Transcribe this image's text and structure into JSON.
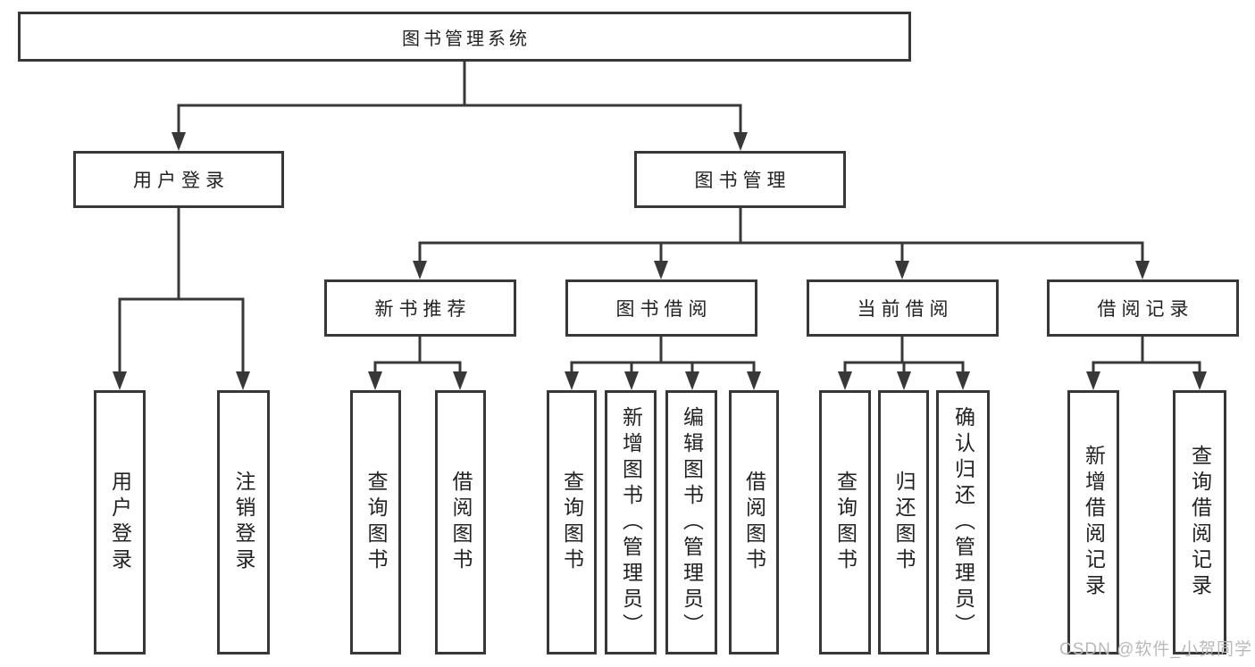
{
  "tree": {
    "root": {
      "label": "图书管理系统"
    },
    "branches": [
      {
        "label": "用户登录",
        "children": [
          {
            "label": "用户登录"
          },
          {
            "label": "注销登录"
          }
        ]
      },
      {
        "label": "图书管理",
        "children": [
          {
            "label": "新书推荐",
            "children": [
              {
                "label": "查询图书"
              },
              {
                "label": "借阅图书"
              }
            ]
          },
          {
            "label": "图书借阅",
            "children": [
              {
                "label": "查询图书"
              },
              {
                "label": "新增图书（管理员）"
              },
              {
                "label": "编辑图书（管理员）"
              },
              {
                "label": "借阅图书"
              }
            ]
          },
          {
            "label": "当前借阅",
            "children": [
              {
                "label": "查询图书"
              },
              {
                "label": "归还图书"
              },
              {
                "label": "确认归还（管理员）"
              }
            ]
          },
          {
            "label": "借阅记录",
            "children": [
              {
                "label": "新增借阅记录"
              },
              {
                "label": "查询借阅记录"
              }
            ]
          }
        ]
      }
    ]
  },
  "watermark": {
    "text": "CSDN @软件_小贺同学"
  },
  "colors": {
    "line": "#383838",
    "box_border": "#383838",
    "text": "#222222",
    "background": "#ffffff",
    "watermark": "#b9b9b9"
  }
}
